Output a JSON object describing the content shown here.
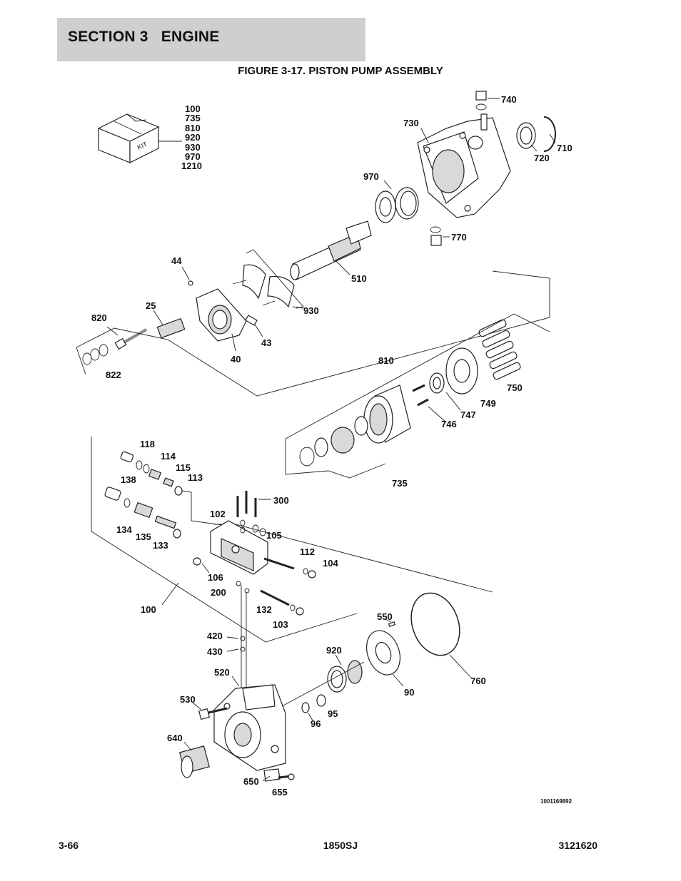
{
  "header": {
    "section": "SECTION 3   ENGINE",
    "figure_title": "FIGURE 3-17. PISTON PUMP ASSEMBLY"
  },
  "diagram": {
    "kit_label": "KIT",
    "kit_parts": [
      "100",
      "735",
      "810",
      "920",
      "930",
      "970",
      "1210"
    ],
    "callouts": {
      "c740": "740",
      "c730": "730",
      "c710": "710",
      "c720": "720",
      "c970": "970",
      "c770": "770",
      "c44": "44",
      "c510": "510",
      "c930": "930",
      "c25": "25",
      "c820": "820",
      "c43": "43",
      "c40": "40",
      "c822": "822",
      "c810": "810",
      "c750": "750",
      "c749": "749",
      "c747": "747",
      "c746": "746",
      "c735": "735",
      "c118": "118",
      "c114": "114",
      "c115": "115",
      "c113": "113",
      "c138": "138",
      "c300": "300",
      "c102": "102",
      "c105": "105",
      "c134": "134",
      "c135": "135",
      "c133": "133",
      "c112": "112",
      "c104": "104",
      "c106": "106",
      "c200": "200",
      "c100": "100",
      "c132": "132",
      "c103": "103",
      "c550": "550",
      "c420": "420",
      "c430": "430",
      "c920": "920",
      "c760": "760",
      "c520": "520",
      "c90": "90",
      "c530": "530",
      "c95": "95",
      "c96": "96",
      "c640": "640",
      "c650": "650",
      "c655": "655"
    },
    "drawing_number": "1001169892"
  },
  "footer": {
    "page": "3-66",
    "model": "1850SJ",
    "manual_number": "3121620"
  }
}
